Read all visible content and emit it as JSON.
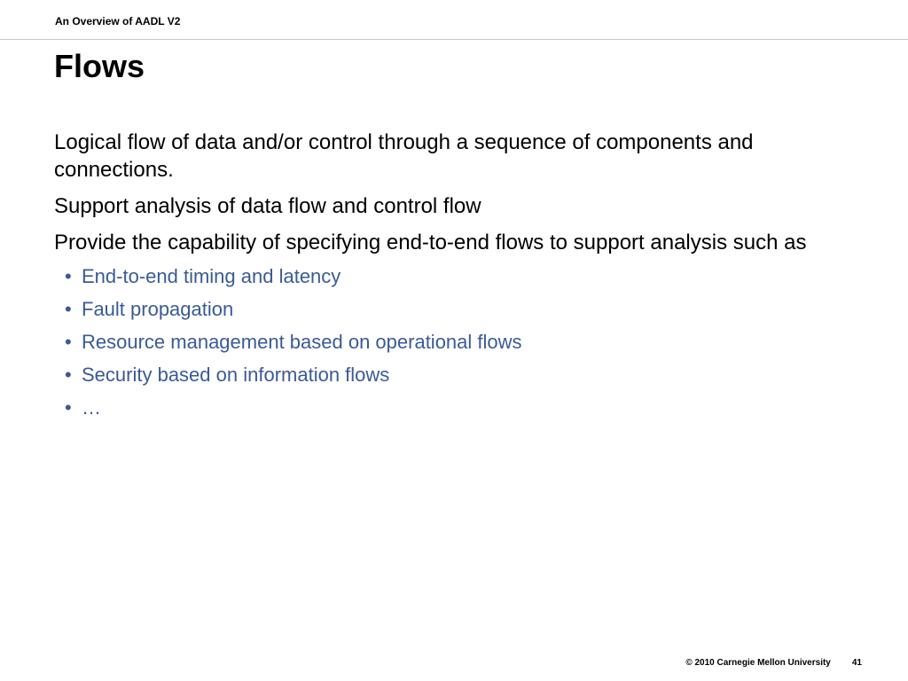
{
  "header": {
    "text": "An Overview of AADL V2"
  },
  "title": "Flows",
  "paragraphs": [
    "Logical flow of data and/or control through a sequence of components and connections.",
    "Support analysis of data flow and control flow",
    "Provide the capability of specifying end-to-end flows to support analysis such as"
  ],
  "bullet_glyph": "•",
  "bullets": [
    "End-to-end timing and latency",
    "Fault propagation",
    "Resource management based on operational flows",
    "Security based on information flows",
    "…"
  ],
  "footer": {
    "copyright": "© 2010 Carnegie Mellon University",
    "page_number": "41"
  },
  "colors": {
    "text": "#000000",
    "bullet_text": "#3a5a98",
    "rule": "#c8c8c8"
  }
}
